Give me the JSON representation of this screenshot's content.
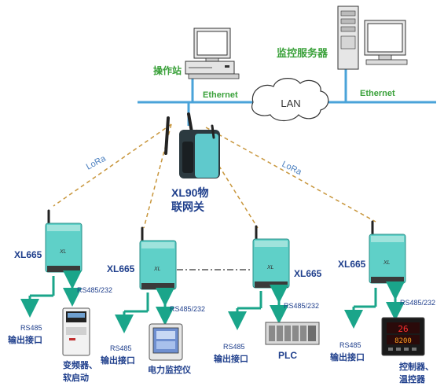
{
  "network": {
    "operator_station": "操作站",
    "monitor_server": "监控服务器",
    "ethernet_left": "Ethernet",
    "ethernet_right": "Ethernet",
    "lan": "LAN"
  },
  "gateway": {
    "name_line1": "XL90物",
    "name_line2": "联网关",
    "lora_left": "LoRa",
    "lora_right": "LoRa"
  },
  "nodes": [
    {
      "model": "XL665",
      "bus": "RS485/232",
      "port_line1": "RS485",
      "port_line2": "输出接口",
      "device_line1": "变频器、",
      "device_line2": "软启动"
    },
    {
      "model": "XL665",
      "bus": "RS485/232",
      "port_line1": "RS485",
      "port_line2": "输出接口",
      "device_line1": "电力监控仪",
      "device_line2": ""
    },
    {
      "model": "XL665",
      "bus": "RS485/232",
      "port_line1": "RS485",
      "port_line2": "输出接口",
      "device_line1": "PLC",
      "device_line2": ""
    },
    {
      "model": "XL665",
      "bus": "RS485/232",
      "port_line1": "RS485",
      "port_line2": "输出接口",
      "device_line1": "控制器、",
      "device_line2": "温控器"
    }
  ],
  "devices": {
    "controller_display_top": "26",
    "controller_display_bottom": "8200"
  },
  "colors": {
    "ethernet_line": "#4aa3d9",
    "lora_dash": "#c8963c",
    "module_body": "#5fd0c8",
    "arrow": "#1aa58a",
    "green_text": "#3aa13a",
    "blue_text": "#1f3f8c"
  }
}
